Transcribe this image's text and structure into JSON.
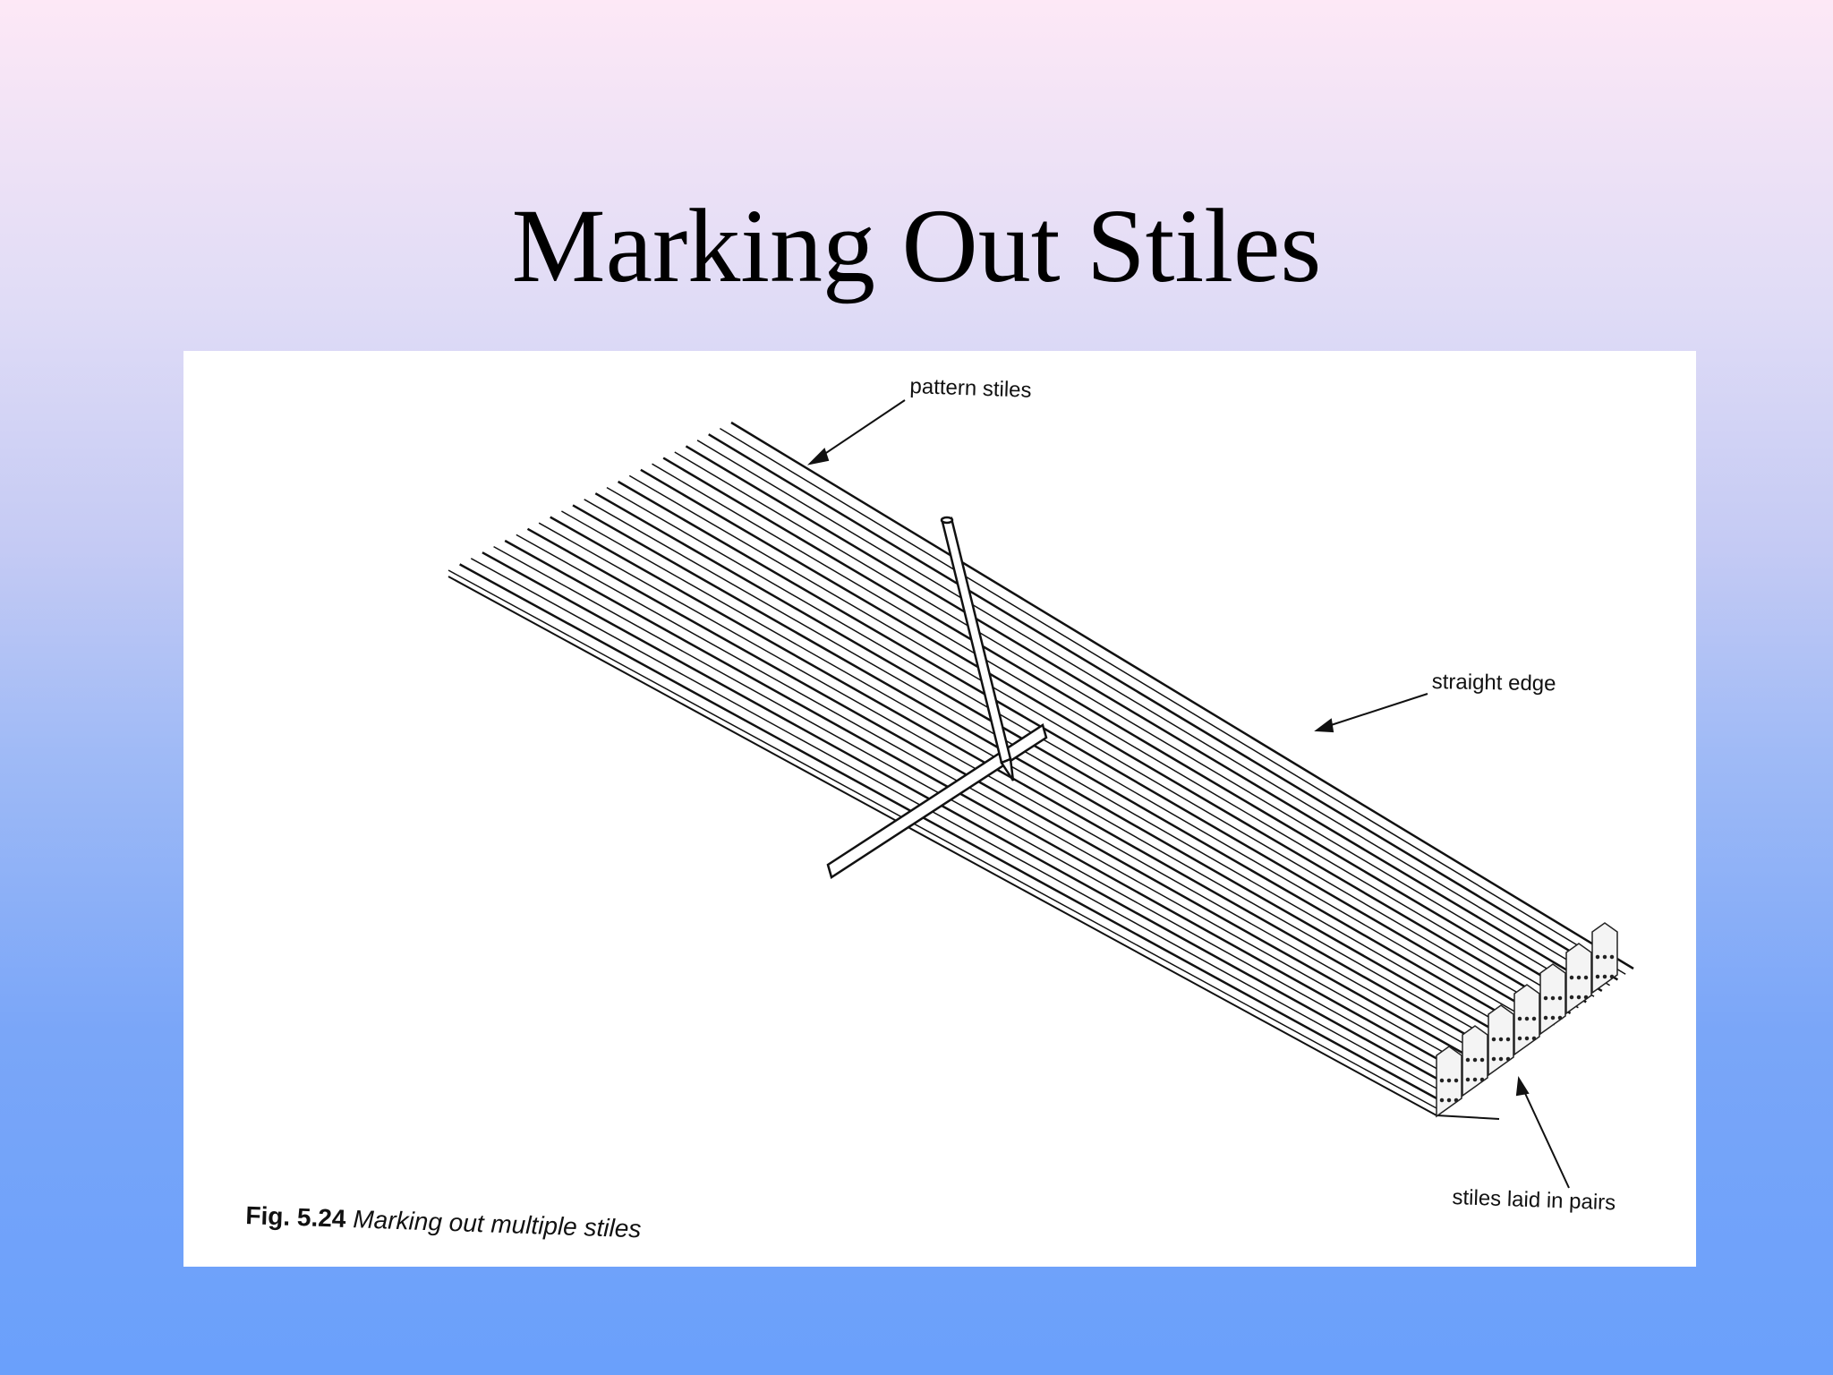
{
  "slide": {
    "title": "Marking Out Stiles"
  },
  "figure": {
    "labels": {
      "pattern_stiles": "pattern stiles",
      "straight_edge": "straight edge",
      "stiles_laid_in_pairs": "stiles laid in pairs"
    },
    "caption": {
      "number": "Fig. 5.24",
      "text": "Marking out multiple stiles"
    }
  }
}
